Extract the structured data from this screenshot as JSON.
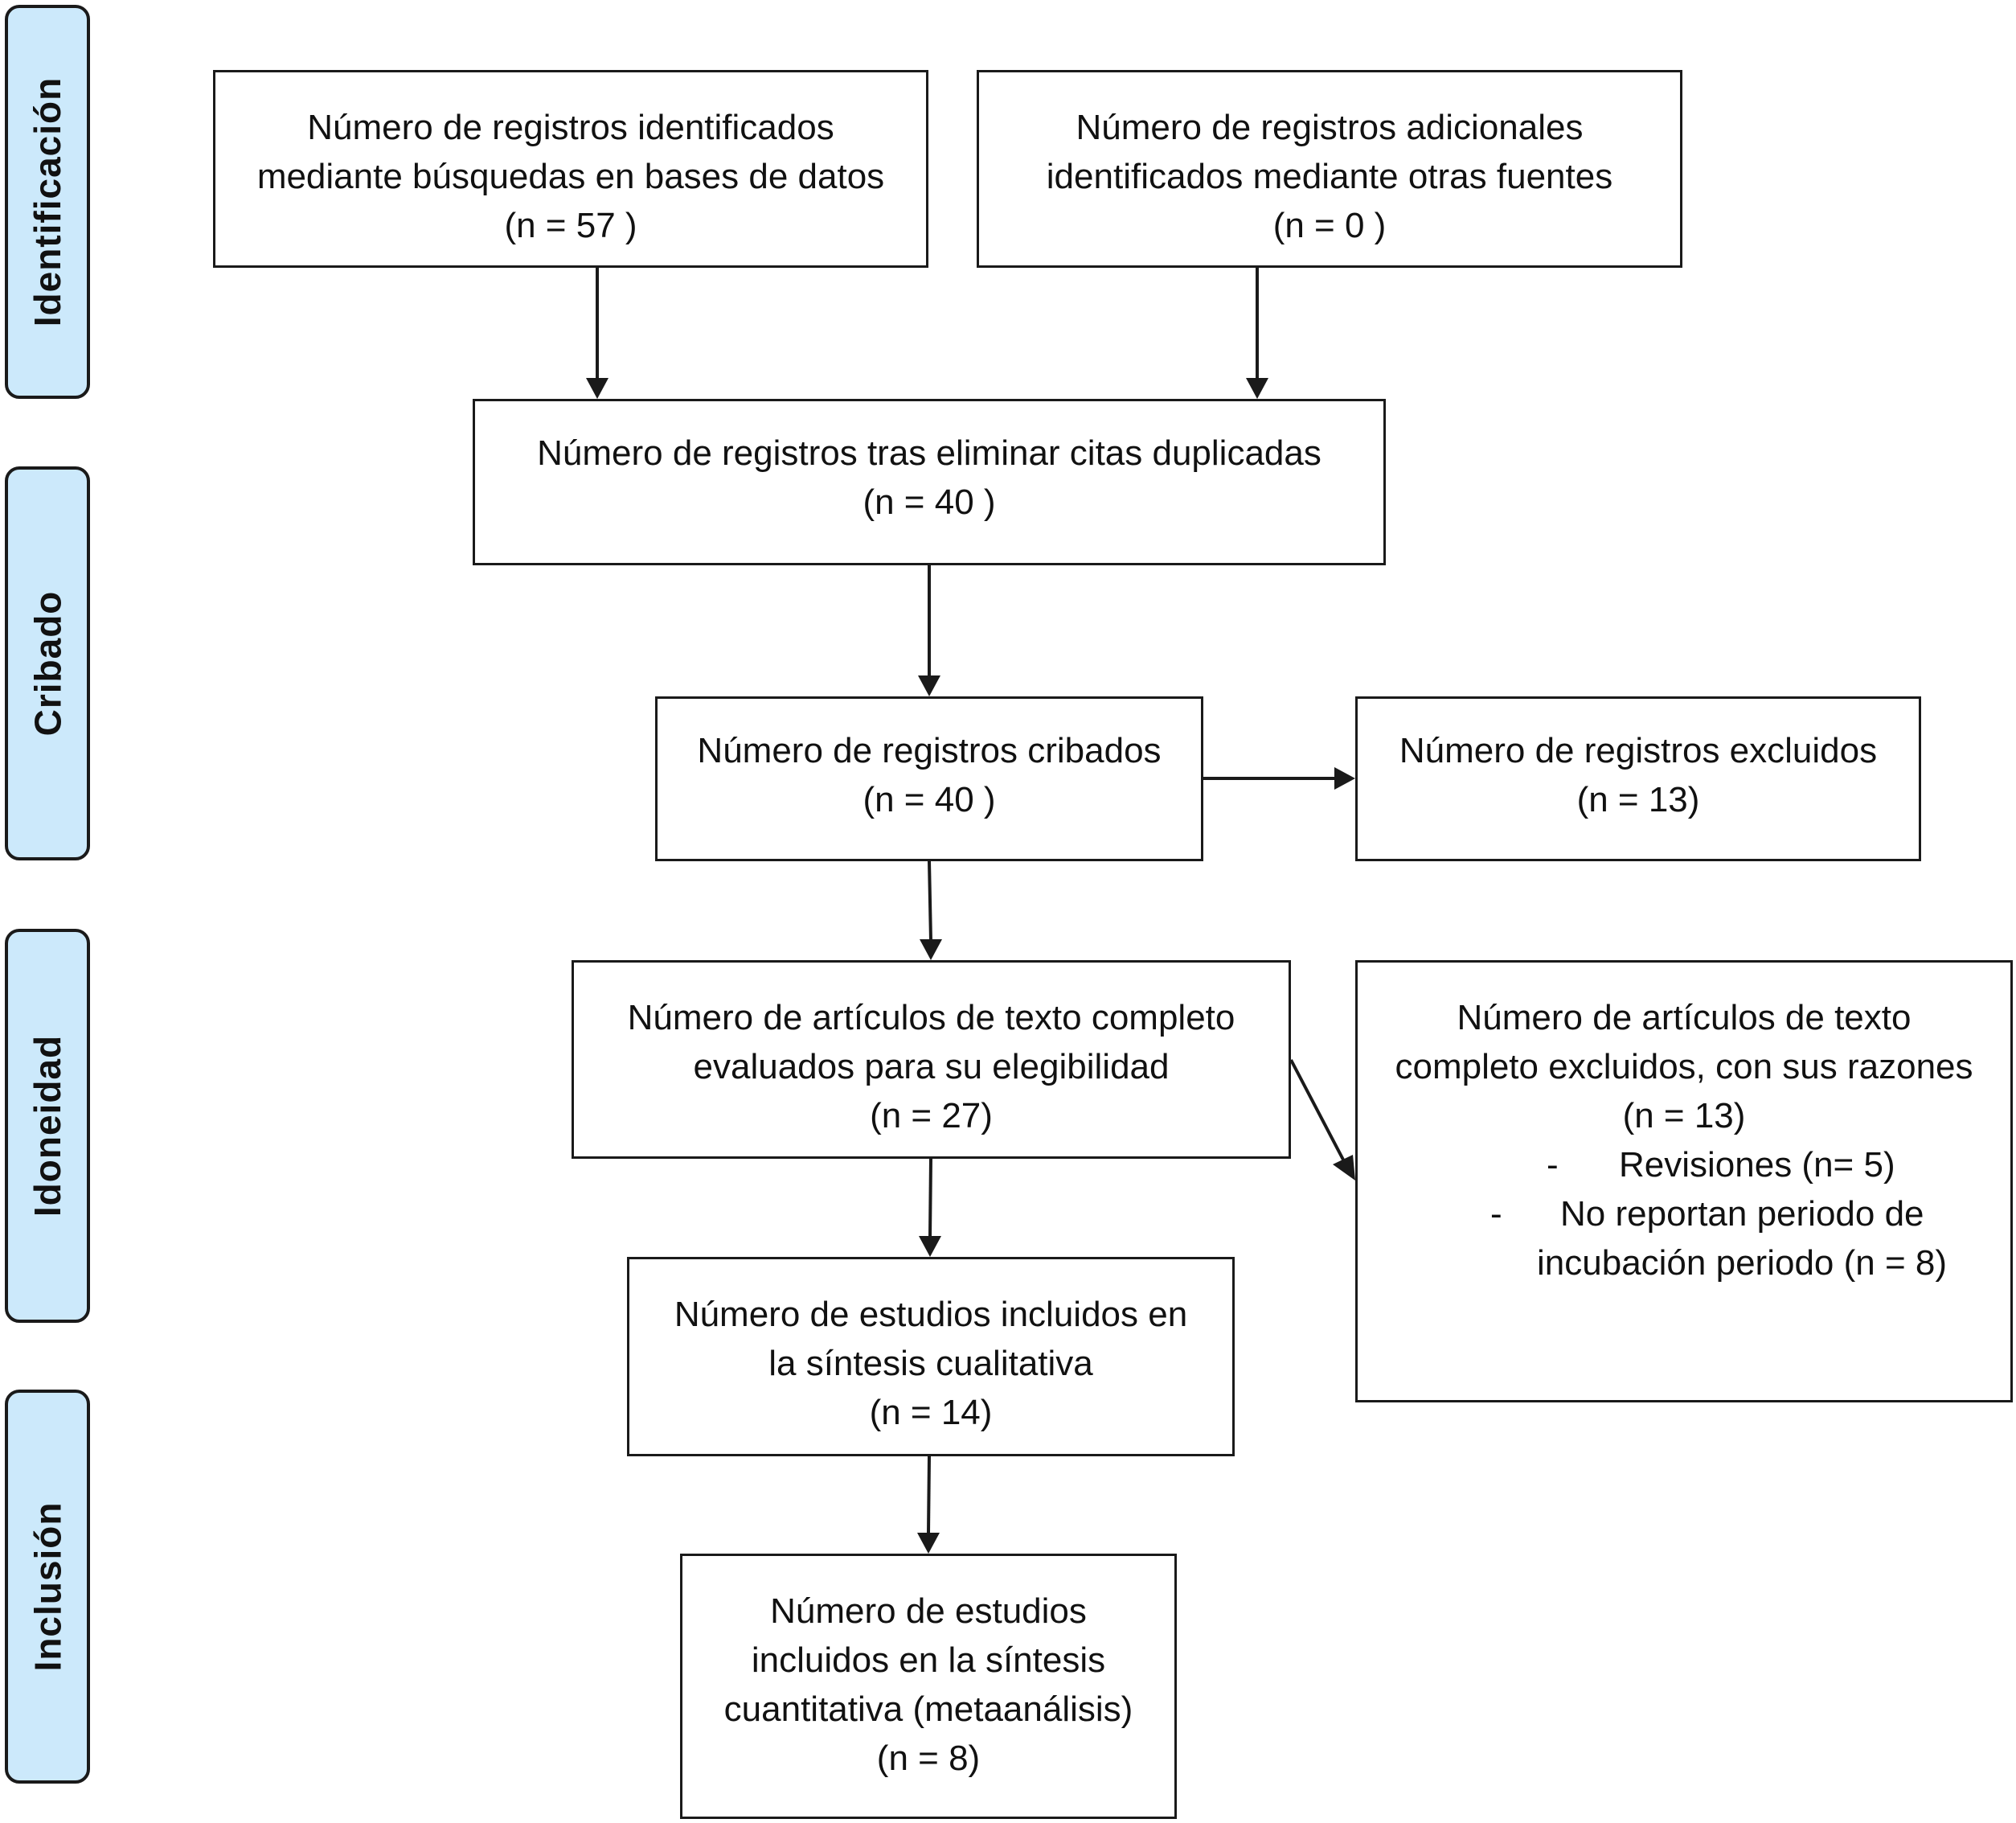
{
  "colors": {
    "phase_fill": "#cce9fb",
    "border": "#1a1a1a",
    "text": "#111111",
    "box_fill": "#ffffff"
  },
  "phases": {
    "identification": "Identificación",
    "screening": "Cribado",
    "eligibility": "Idoneidad",
    "inclusion": "Inclusión"
  },
  "boxes": {
    "db_records": {
      "lines": [
        "Número de registros identificados",
        "mediante búsquedas en bases de datos",
        "(n =  57 )"
      ]
    },
    "other_records": {
      "lines": [
        "Número de registros adicionales",
        "identificados mediante otras fuentes",
        "(n = 0 )"
      ]
    },
    "deduplicated": {
      "lines": [
        "Número de registros tras eliminar citas duplicadas",
        "(n = 40 )"
      ]
    },
    "screened": {
      "lines": [
        "Número de registros cribados",
        "(n = 40 )"
      ]
    },
    "excluded": {
      "lines": [
        "Número de registros excluidos",
        "(n = 13)"
      ]
    },
    "fulltext_assessed": {
      "lines": [
        "Número de artículos de texto completo",
        "evaluados para su elegibilidad",
        "(n = 27)"
      ]
    },
    "fulltext_excluded": {
      "lines": [
        "Número de artículos de texto",
        "completo excluidos, con sus razones",
        "(n = 13)"
      ],
      "reasons": [
        {
          "dash": "-",
          "text": "Revisiones (n= 5)"
        },
        {
          "dash": "-",
          "text": "No reportan periodo de"
        }
      ],
      "continuation": "incubación periodo (n = 8)"
    },
    "qualitative": {
      "lines": [
        "Número de estudios incluidos en",
        "la síntesis cualitativa",
        "(n = 14)"
      ]
    },
    "quantitative": {
      "lines": [
        "Número de estudios",
        "incluidos en la síntesis",
        "cuantitativa (metaanálisis)",
        "(n =  8)"
      ]
    }
  }
}
